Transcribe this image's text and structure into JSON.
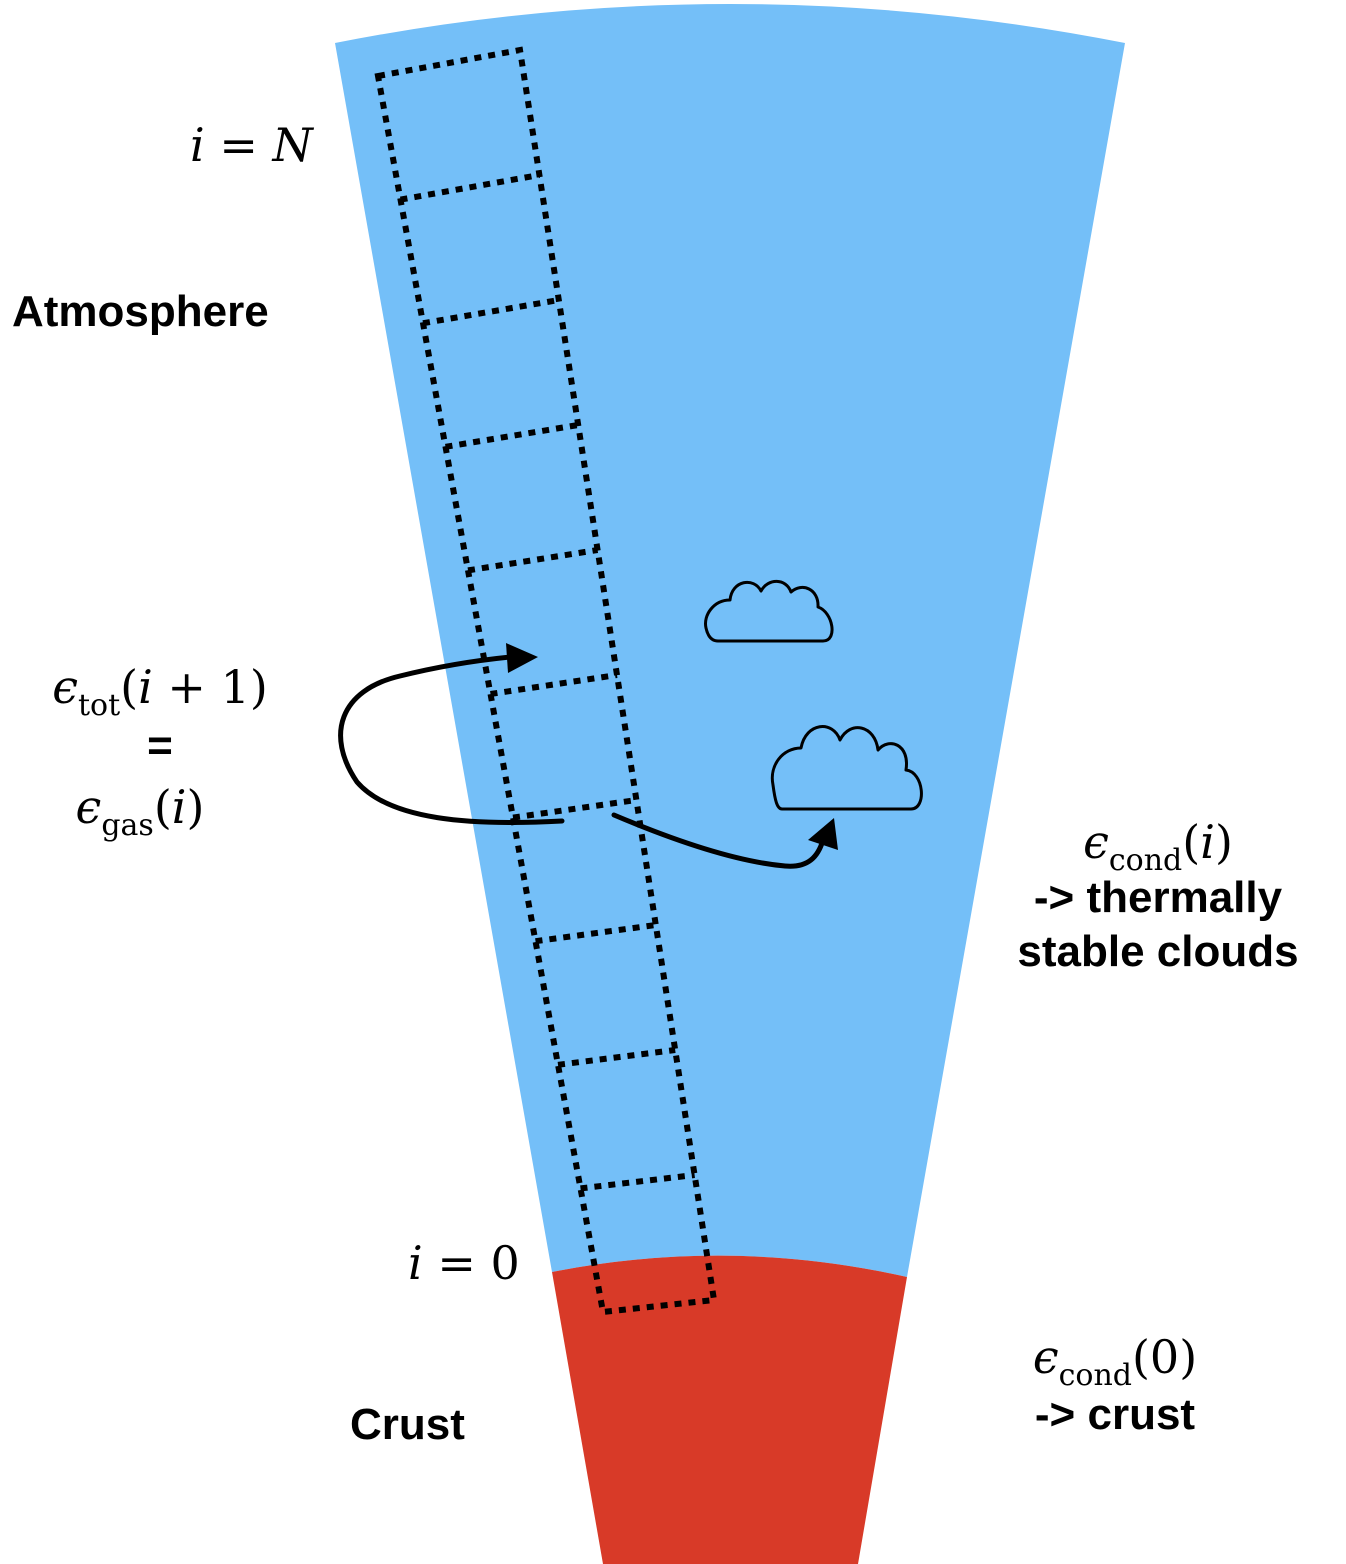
{
  "labels": {
    "top_index": {
      "var": "i",
      "op": " = ",
      "val": "N"
    },
    "bottom_index": {
      "var": "i",
      "op": " = ",
      "val": "0"
    },
    "atmosphere": "Atmosphere",
    "crust": "Crust",
    "left_eq": {
      "eps": "ϵ",
      "sub_top": "tot",
      "arg_top_var": "i",
      "arg_top_rest": " + 1)",
      "equals": "=",
      "sub_bottom": "gas",
      "arg_bottom_var": "i"
    },
    "cond_clouds": {
      "eps": "ϵ",
      "sub": "cond",
      "arg_var": "i",
      "line2": "-> thermally",
      "line3": "stable clouds"
    },
    "cond_crust": {
      "eps": "ϵ",
      "sub": "cond",
      "arg": "(0)",
      "line2": "-> crust"
    }
  },
  "colors": {
    "atmosphere": "#74BFF8",
    "crust": "#D83A28",
    "ink": "#000000"
  },
  "layers": {
    "count": 10
  }
}
